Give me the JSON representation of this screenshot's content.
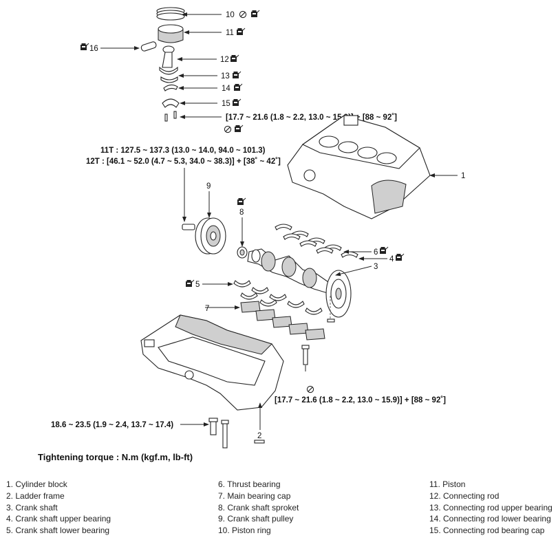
{
  "callouts": {
    "c10": "10",
    "c11": "11",
    "c16": "16",
    "c12": "12",
    "c13": "13",
    "c14": "14",
    "c15": "15",
    "c1": "1",
    "c9": "9",
    "c8": "8",
    "c6": "6",
    "c4": "4",
    "c3": "3",
    "c5": "5",
    "c7": "7",
    "c2": "2"
  },
  "torque_specs": {
    "conrod_bolt": "[17.7 ~ 21.6 (1.8 ~ 2.2, 13.0 ~ 15.9)] + [88 ~ 92˚]",
    "pulley_11t": "11T : 127.5 ~ 137.3 (13.0 ~ 14.0, 94.0 ~ 101.3)",
    "pulley_12t": "12T : [46.1 ~ 52.0 (4.7 ~ 5.3, 34.0 ~ 38.3)] + [38˚ ~ 42˚]",
    "main_cap_bolt": "[17.7 ~ 21.6 (1.8 ~ 2.2, 13.0 ~ 15.9)] + [88 ~ 92˚]",
    "ladder_bolt": "18.6 ~ 23.5 (1.9 ~ 2.4, 13.7 ~ 17.4)"
  },
  "torque_heading": "Tightening torque : N.m (kgf.m, lb-ft)",
  "legend": {
    "col1": [
      "1. Cylinder block",
      "2. Ladder frame",
      "3. Crank shaft",
      "4. Crank shaft upper bearing",
      "5. Crank shaft lower bearing"
    ],
    "col2": [
      "6. Thrust bearing",
      "7. Main bearing cap",
      "8. Crank shaft sproket",
      "9. Crank shaft pulley",
      "10. Piston ring"
    ],
    "col3": [
      "11. Piston",
      "12. Connecting rod",
      "13. Connecting rod upper bearing",
      "14. Connecting rod lower bearing",
      "15. Connecting rod bearing cap"
    ]
  },
  "icons": [
    "replace-part-icon",
    "do-not-reuse-icon"
  ]
}
